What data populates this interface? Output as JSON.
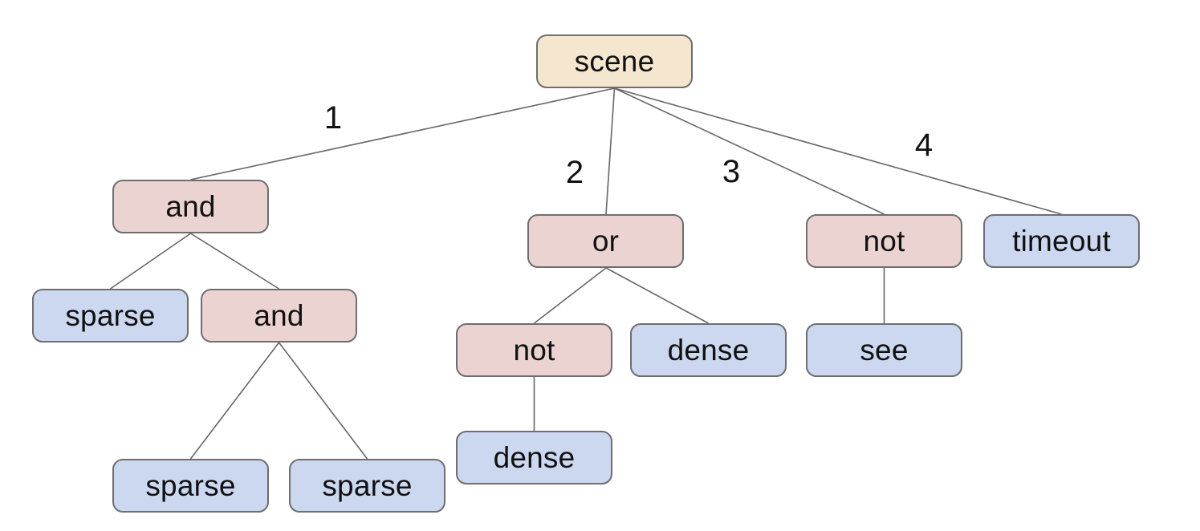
{
  "diagram": {
    "background": "#ffffff",
    "colors": {
      "root_fill": "#f5e7cf",
      "operator_fill": "#ebd3d1",
      "leaf_fill": "#ccd7f0",
      "node_border": "#6e6e6e",
      "edge_line": "#666666",
      "text": "#111111"
    },
    "nodes": [
      {
        "id": "scene",
        "label": "scene",
        "kind": "root"
      },
      {
        "id": "and1",
        "label": "and",
        "kind": "operator"
      },
      {
        "id": "or1",
        "label": "or",
        "kind": "operator"
      },
      {
        "id": "not1",
        "label": "not",
        "kind": "operator"
      },
      {
        "id": "timeout1",
        "label": "timeout",
        "kind": "leaf"
      },
      {
        "id": "sparse1",
        "label": "sparse",
        "kind": "leaf"
      },
      {
        "id": "and2",
        "label": "and",
        "kind": "operator"
      },
      {
        "id": "not2",
        "label": "not",
        "kind": "operator"
      },
      {
        "id": "dense1",
        "label": "dense",
        "kind": "leaf"
      },
      {
        "id": "see1",
        "label": "see",
        "kind": "leaf"
      },
      {
        "id": "sparse2",
        "label": "sparse",
        "kind": "leaf"
      },
      {
        "id": "sparse3",
        "label": "sparse",
        "kind": "leaf"
      },
      {
        "id": "dense2",
        "label": "dense",
        "kind": "leaf"
      }
    ],
    "edges": [
      {
        "from": "scene",
        "to": "and1",
        "label": "1"
      },
      {
        "from": "scene",
        "to": "or1",
        "label": "2"
      },
      {
        "from": "scene",
        "to": "not1",
        "label": "3"
      },
      {
        "from": "scene",
        "to": "timeout1",
        "label": "4"
      },
      {
        "from": "and1",
        "to": "sparse1"
      },
      {
        "from": "and1",
        "to": "and2"
      },
      {
        "from": "and2",
        "to": "sparse2"
      },
      {
        "from": "and2",
        "to": "sparse3"
      },
      {
        "from": "or1",
        "to": "not2"
      },
      {
        "from": "or1",
        "to": "dense1"
      },
      {
        "from": "not2",
        "to": "dense2"
      },
      {
        "from": "not1",
        "to": "see1"
      }
    ],
    "tree": {
      "label": "scene",
      "children": [
        {
          "branch": "1",
          "label": "and",
          "children": [
            {
              "label": "sparse"
            },
            {
              "label": "and",
              "children": [
                {
                  "label": "sparse"
                },
                {
                  "label": "sparse"
                }
              ]
            }
          ]
        },
        {
          "branch": "2",
          "label": "or",
          "children": [
            {
              "label": "not",
              "children": [
                {
                  "label": "dense"
                }
              ]
            },
            {
              "label": "dense"
            }
          ]
        },
        {
          "branch": "3",
          "label": "not",
          "children": [
            {
              "label": "see"
            }
          ]
        },
        {
          "branch": "4",
          "label": "timeout"
        }
      ]
    }
  }
}
